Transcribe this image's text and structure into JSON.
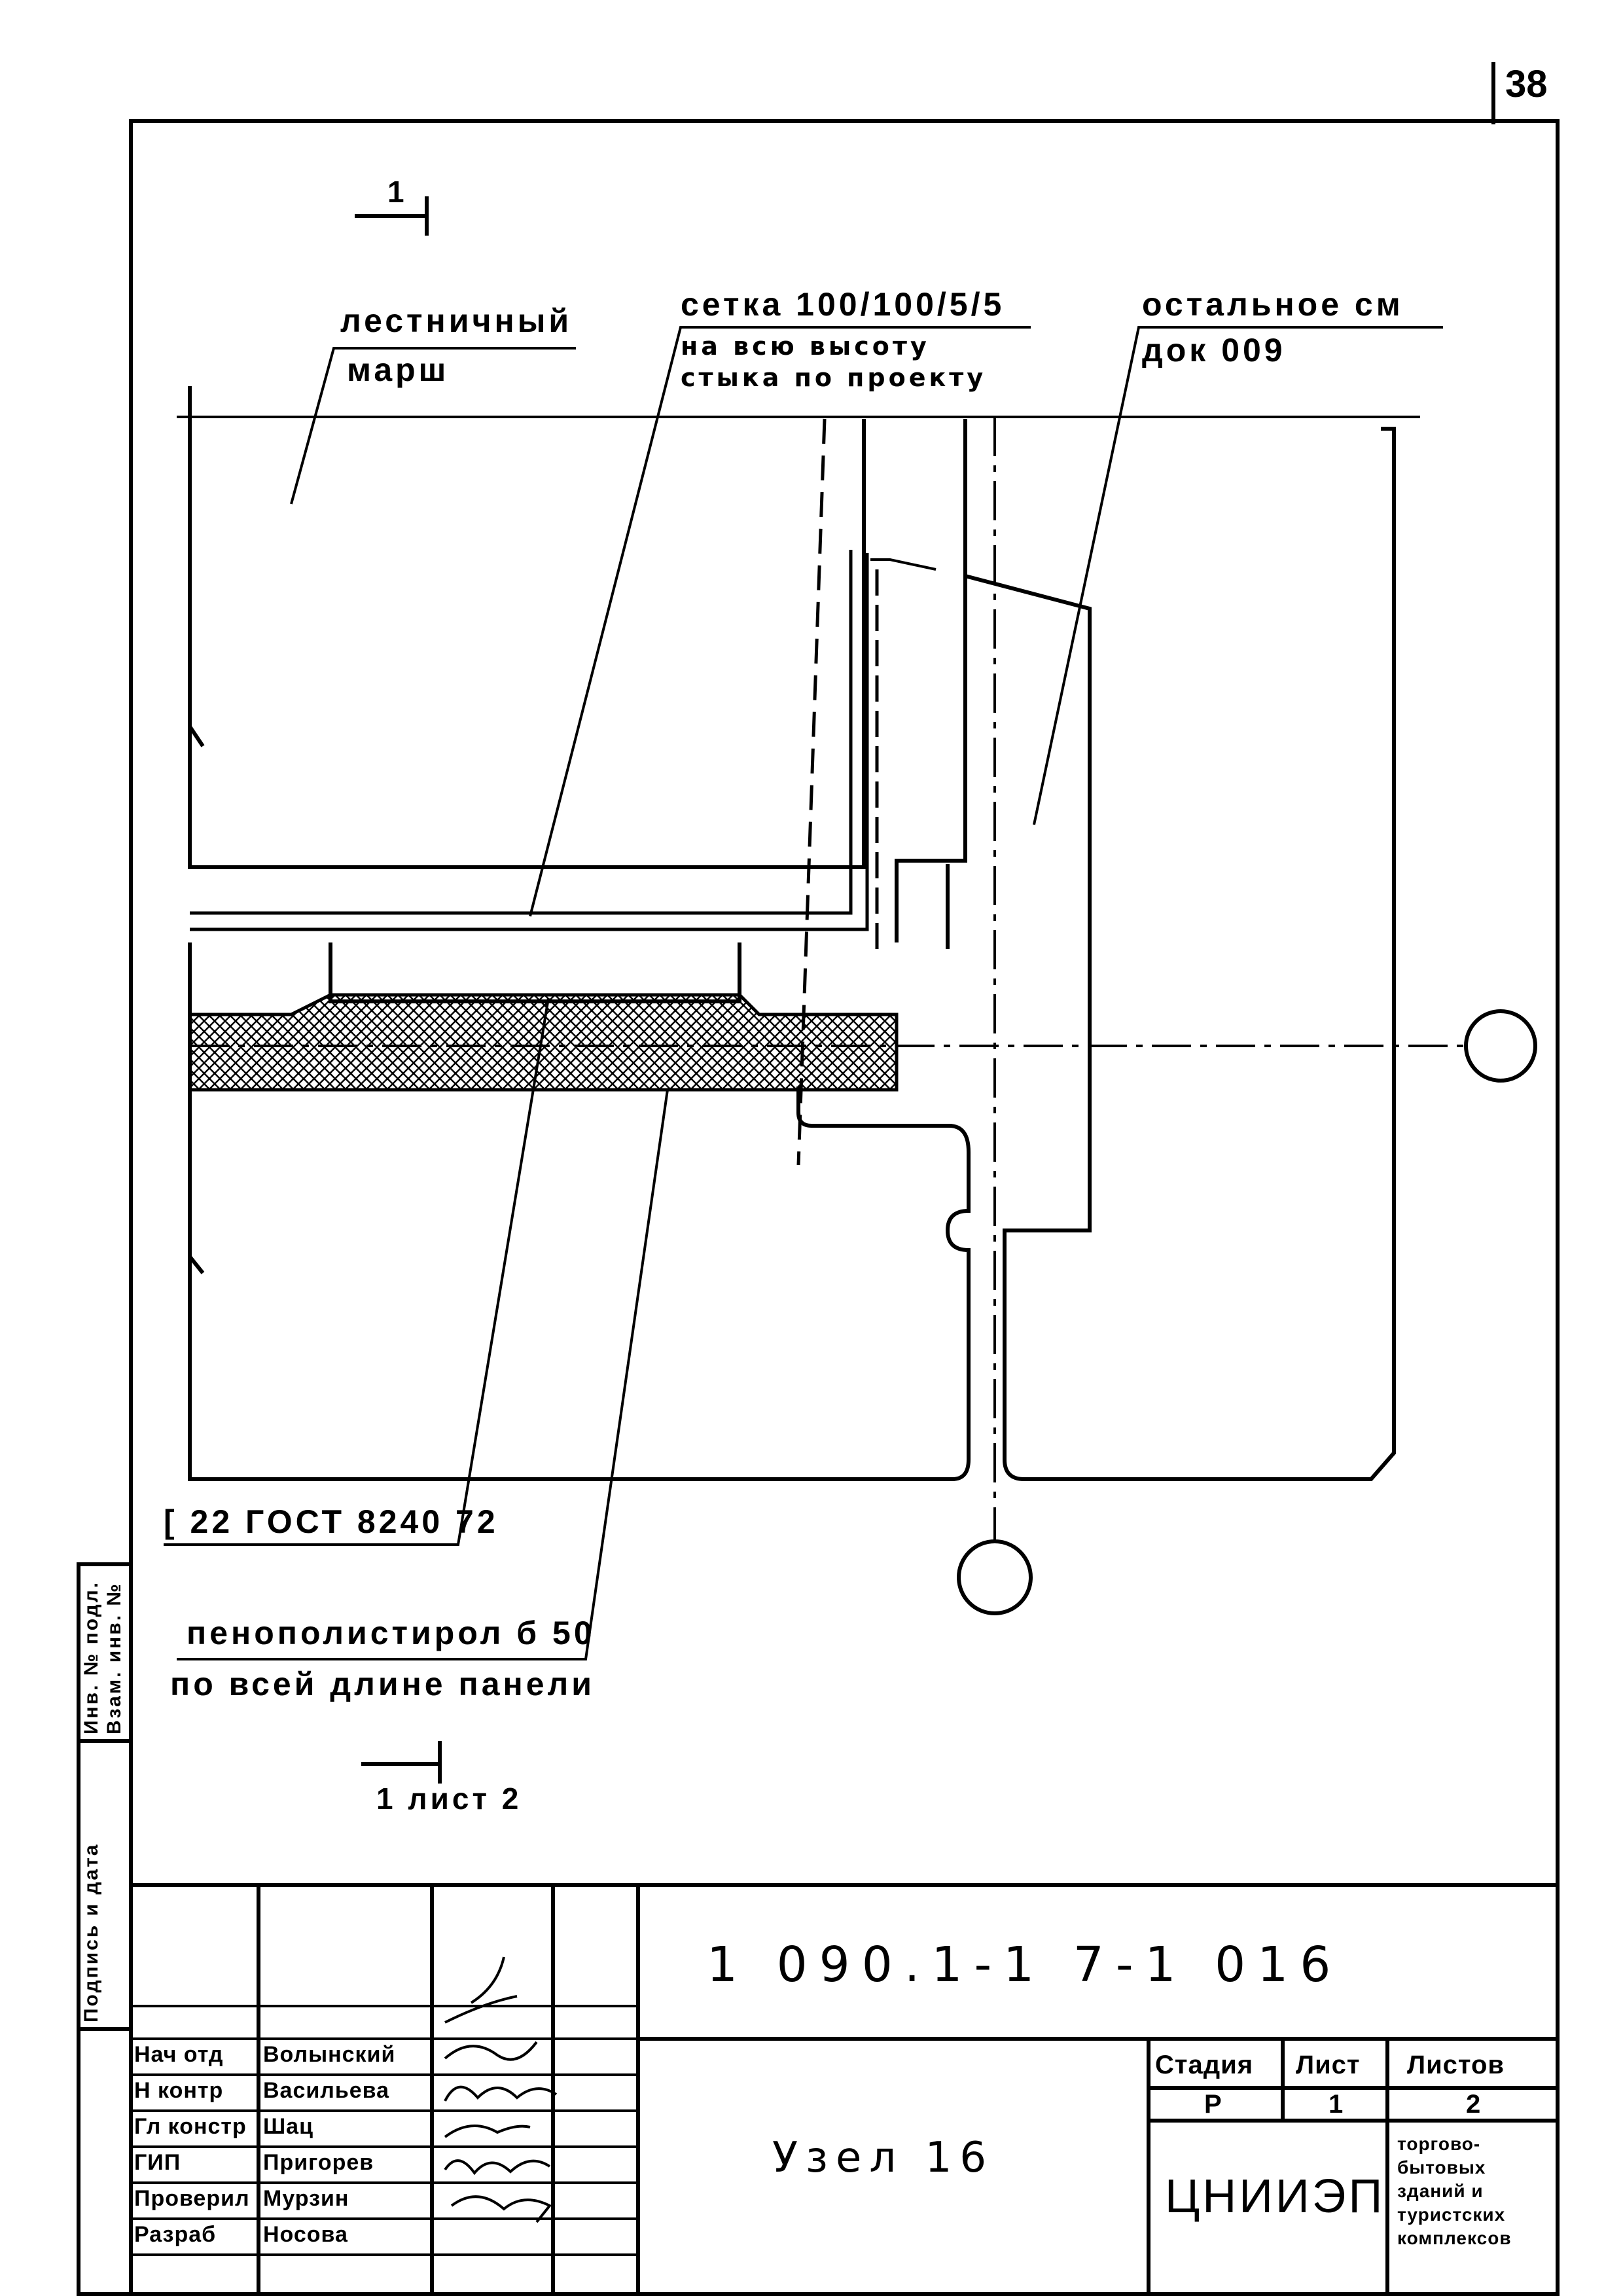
{
  "page_number": "38",
  "section_mark_top": "1",
  "section_mark_bottom": "1 лист 2",
  "labels": {
    "stair_flight_1": "лестничный",
    "stair_flight_2": "марш",
    "mesh_1": "сетка 100/100/5/5",
    "mesh_2": "на всю высоту",
    "mesh_3": "стыка по проекту",
    "rest_1": "остальное см",
    "rest_2": "док 009",
    "channel": "[ 22 ГОСТ 8240 72",
    "foam_1": "пенополистирол б 50",
    "foam_2": "по всей длине панели"
  },
  "side_stamp": {
    "inv": "Инв. № подл.",
    "date": "Подпись и дата",
    "swap": "Взам. инв. №"
  },
  "title_block": {
    "doc_code": "1 090.1-1 7-1 016",
    "title": "Узел 16",
    "stage_header": "Стадия",
    "sheet_header": "Лист",
    "sheets_header": "Листов",
    "stage": "Р",
    "sheet": "1",
    "sheets": "2",
    "org": "ЦНИИЭП",
    "org_sub_1": "торгово-",
    "org_sub_2": "бытовых",
    "org_sub_3": "зданий и",
    "org_sub_4": "туристских",
    "org_sub_5": "комплексов",
    "roles": [
      {
        "role": "Нач отд",
        "name": "Волынский"
      },
      {
        "role": "Н контр",
        "name": "Васильева"
      },
      {
        "role": "Гл констр",
        "name": "Шац"
      },
      {
        "role": "ГИП",
        "name": "Пригорев"
      },
      {
        "role": "Проверил",
        "name": "Мурзин"
      },
      {
        "role": "Разраб",
        "name": "Носова"
      }
    ]
  }
}
